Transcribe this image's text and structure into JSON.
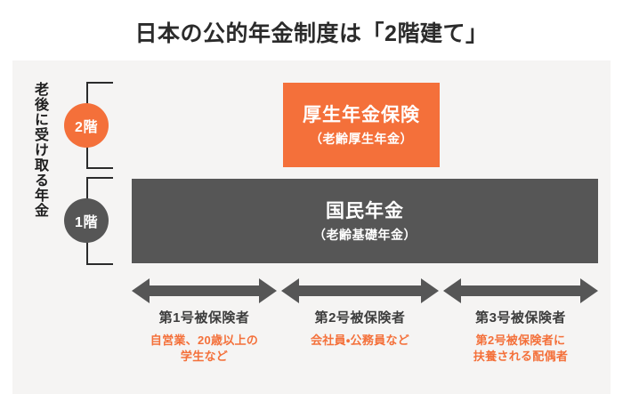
{
  "title": "日本の公的年金制度は「2階建て」",
  "left_axis_label": "老後に受け取る年金",
  "floors": [
    {
      "badge": "2階",
      "badge_color": "#f4703a"
    },
    {
      "badge": "1階",
      "badge_color": "#565656"
    }
  ],
  "tiers": [
    {
      "name": "厚生年金保険",
      "sub": "（老齢厚生年金）",
      "color": "#f4703a"
    },
    {
      "name": "国民年金",
      "sub": "（老齢基礎年金）",
      "color": "#565656"
    }
  ],
  "categories": [
    {
      "title": "第1号被保険者",
      "desc_line1": "自営業、20歳以上の",
      "desc_line2": "学生など"
    },
    {
      "title": "第2号被保険者",
      "desc_line1": "会社員・公務員など",
      "desc_line2": ""
    },
    {
      "title": "第3号被保険者",
      "desc_line1": "第2号被保険者に",
      "desc_line2": "扶養される配偶者"
    }
  ],
  "colors": {
    "accent": "#f4703a",
    "dark": "#565656",
    "panel_bg": "#f5f4f3",
    "text": "#333333"
  }
}
